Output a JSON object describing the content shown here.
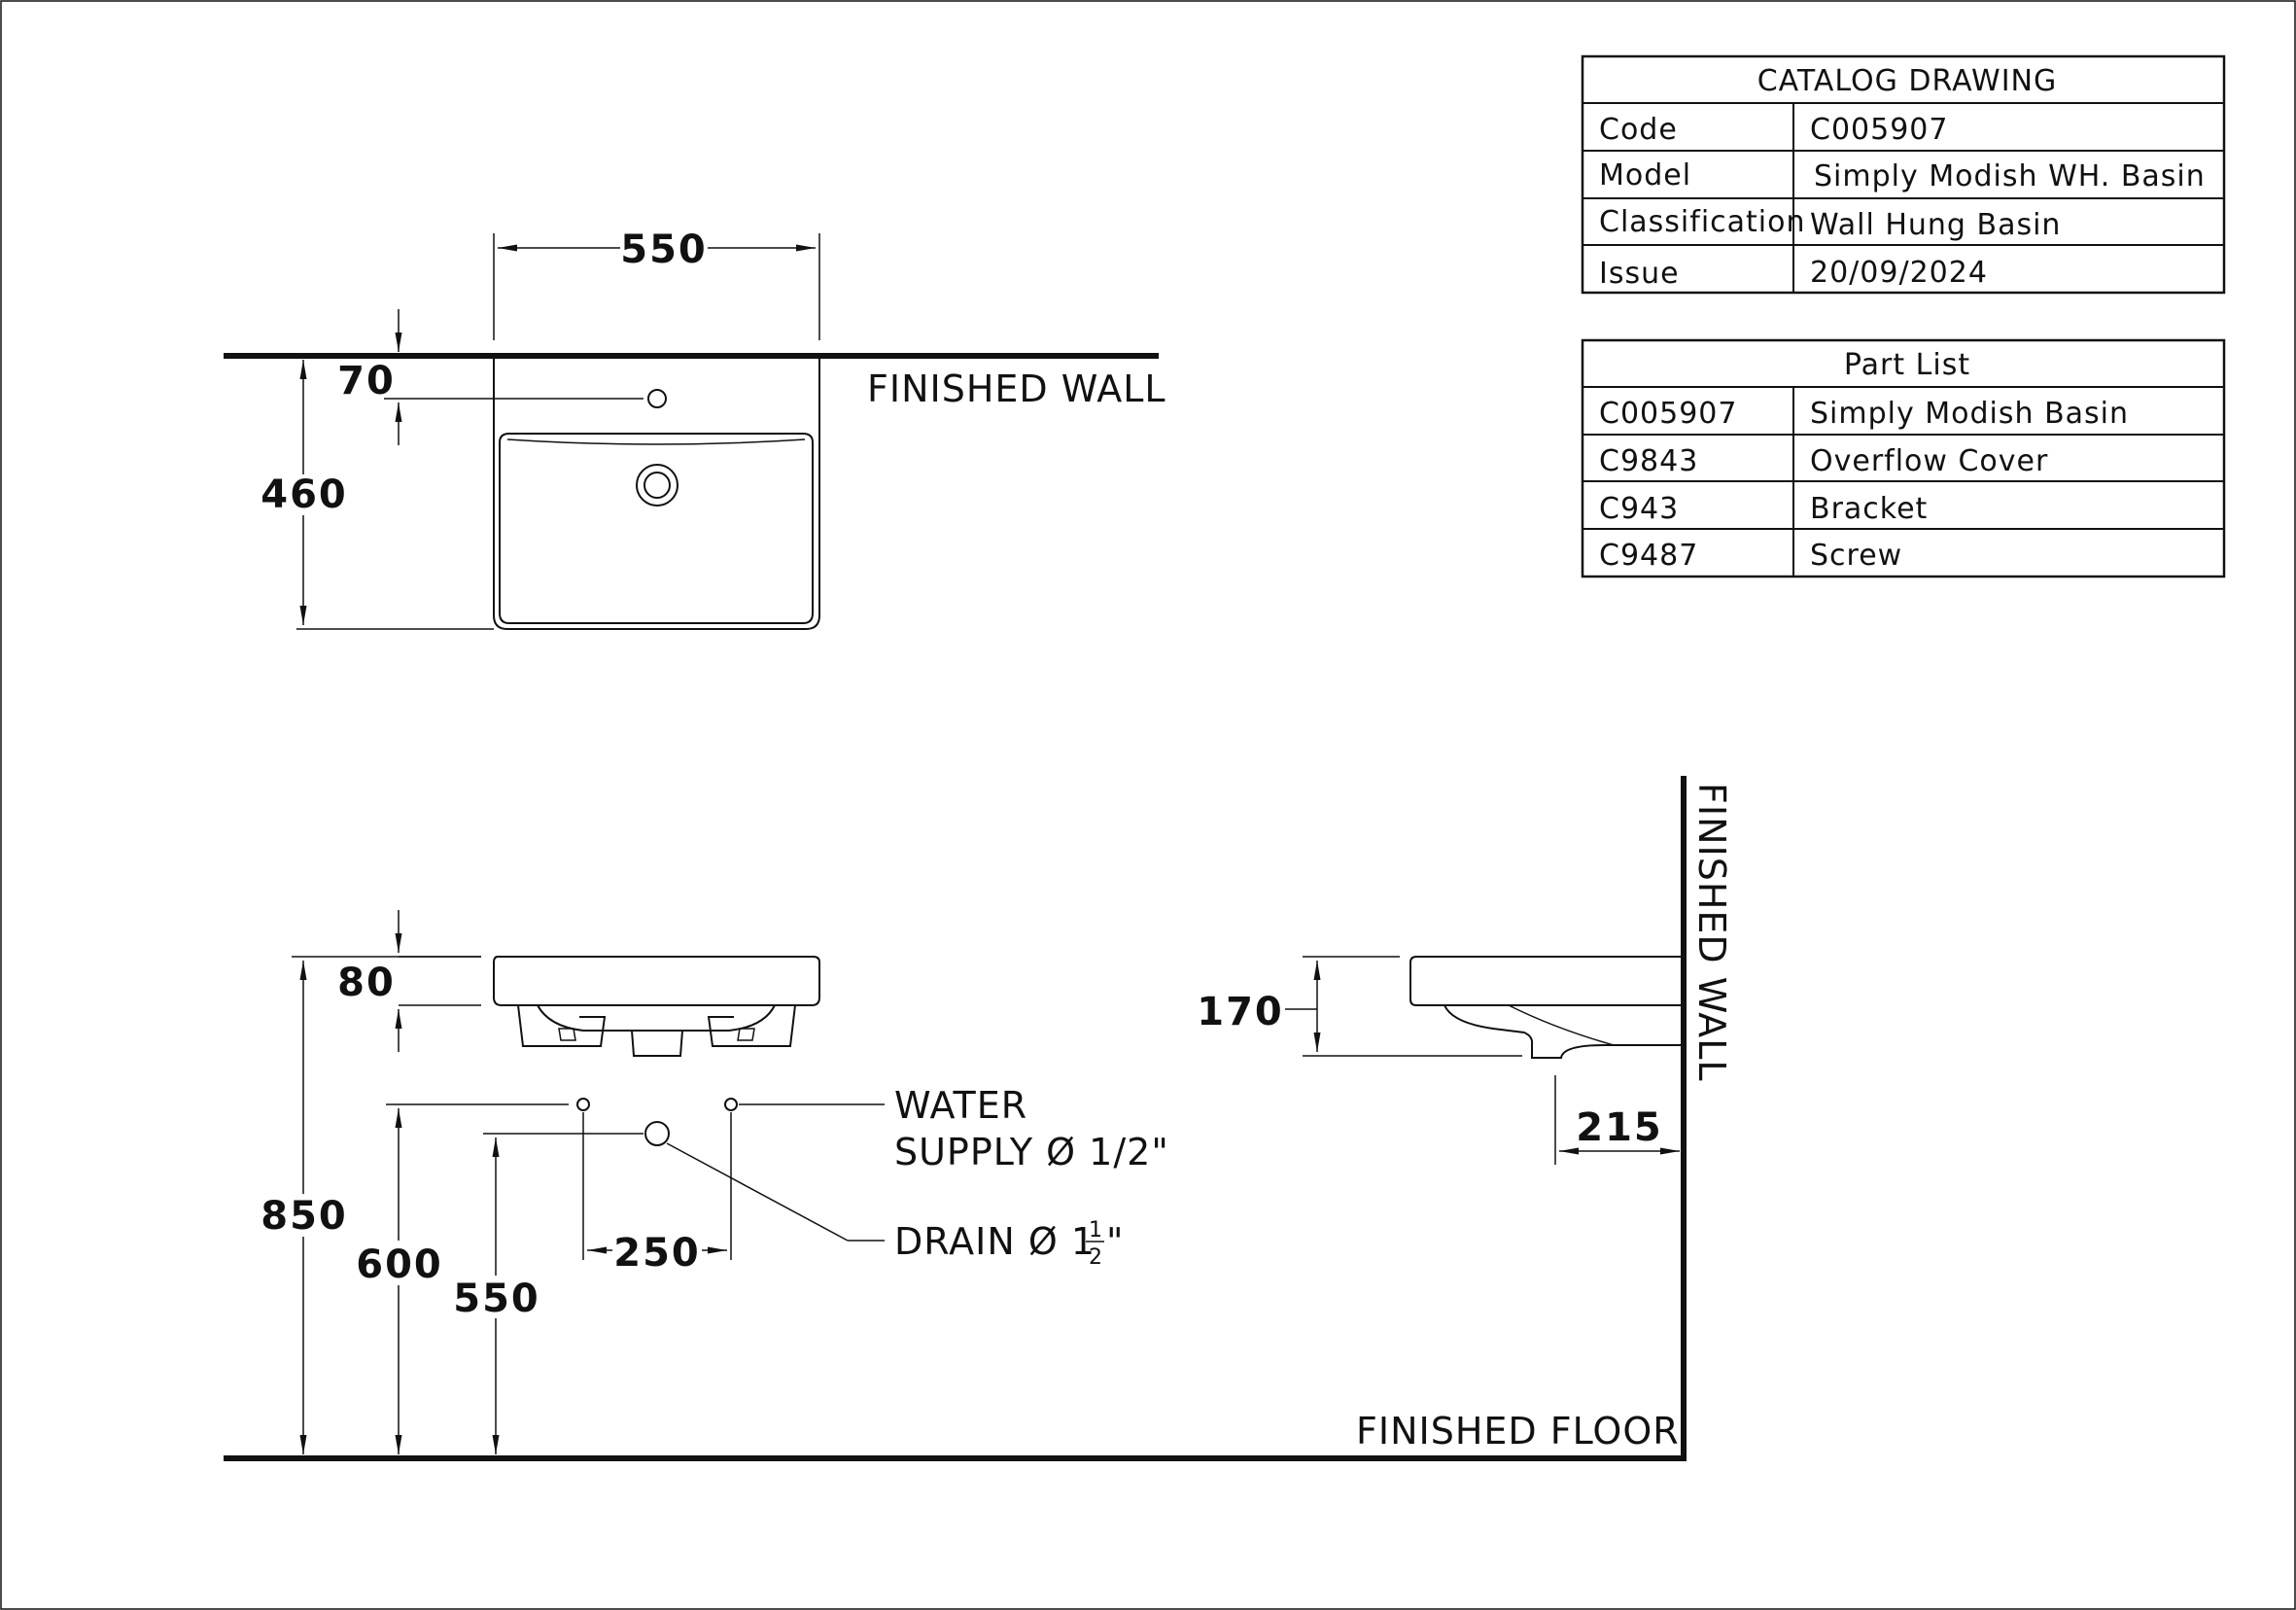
{
  "catalog": {
    "header": "CATALOG  DRAWING",
    "rows": [
      {
        "label": "Code",
        "value": "C005907"
      },
      {
        "label": "Model",
        "value": "Simply  Modish  WH.  Basin"
      },
      {
        "label": "Classification",
        "value": "Wall  Hung  Basin"
      },
      {
        "label": "Issue",
        "value": "20/09/2024"
      }
    ]
  },
  "parts": {
    "header": "Part  List",
    "rows": [
      {
        "code": "C005907",
        "name": "Simply  Modish  Basin"
      },
      {
        "code": "C9843",
        "name": "Overflow  Cover"
      },
      {
        "code": "C943",
        "name": "Bracket"
      },
      {
        "code": "C9487",
        "name": "Screw"
      }
    ]
  },
  "labels": {
    "finished_wall_top": "FINISHED WALL",
    "finished_wall_side": "FINISHED WALL",
    "finished_floor": "FINISHED FLOOR",
    "water_line1": "WATER",
    "water_line2": "SUPPLY Ø 1/2\"",
    "drain": "DRAIN Ø 1",
    "drain_frac_num": "1",
    "drain_frac_den": "2",
    "drain_suffix": "\""
  },
  "dimensions": {
    "top_width": "550",
    "top_70": "70",
    "top_depth": "460",
    "front_80": "80",
    "front_850": "850",
    "front_600": "600",
    "front_550": "550",
    "front_250": "250",
    "side_170": "170",
    "side_215": "215"
  }
}
